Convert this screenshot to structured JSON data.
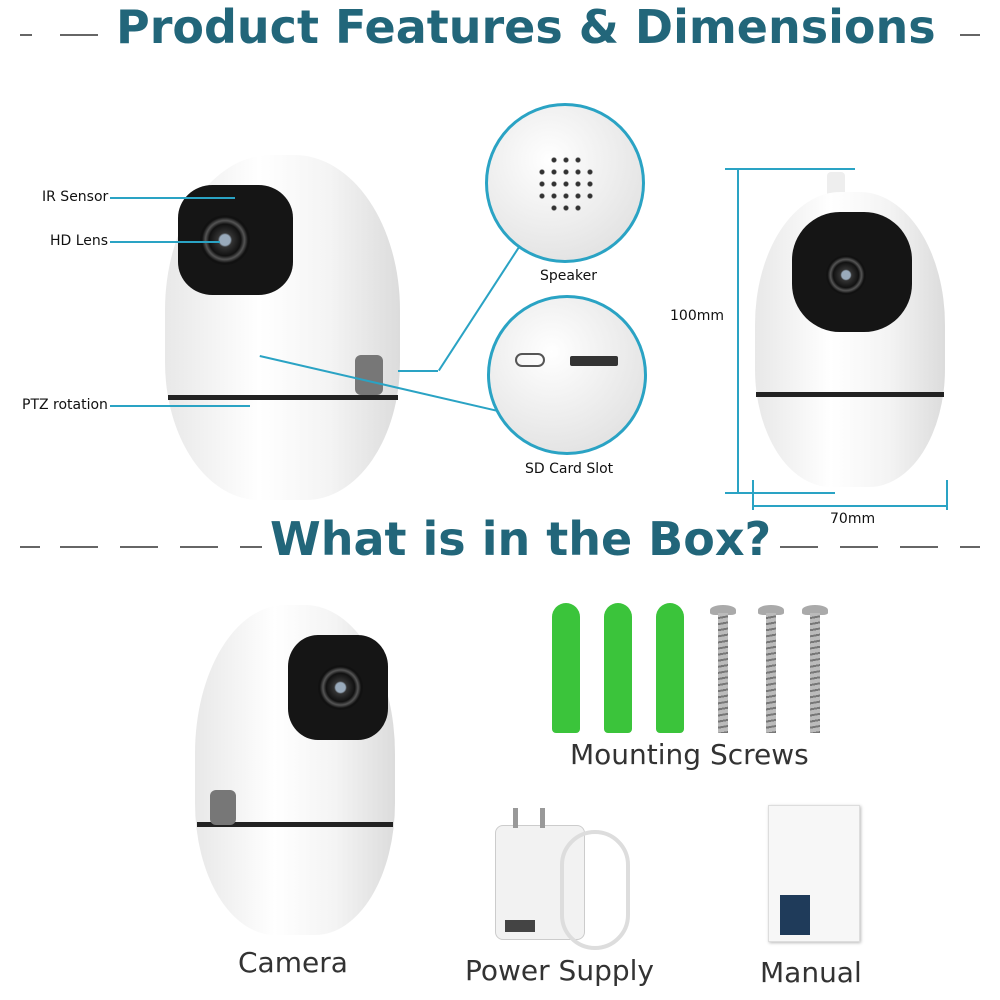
{
  "headings": {
    "features": "Product Features & Dimensions",
    "box": "What is in the Box?"
  },
  "callouts": {
    "ir_sensor": "IR Sensor",
    "hd_lens": "HD Lens",
    "ptz": "PTZ rotation",
    "speaker": "Speaker",
    "sd_slot": "SD Card Slot"
  },
  "dimensions": {
    "height": "100mm",
    "width": "70mm"
  },
  "box_items": {
    "camera": "Camera",
    "screws": "Mounting Screws",
    "power": "Power Supply",
    "manual": "Manual"
  },
  "colors": {
    "heading": "#22667a",
    "callout_line": "#2aa3c4",
    "plug": "#3bc43b"
  }
}
